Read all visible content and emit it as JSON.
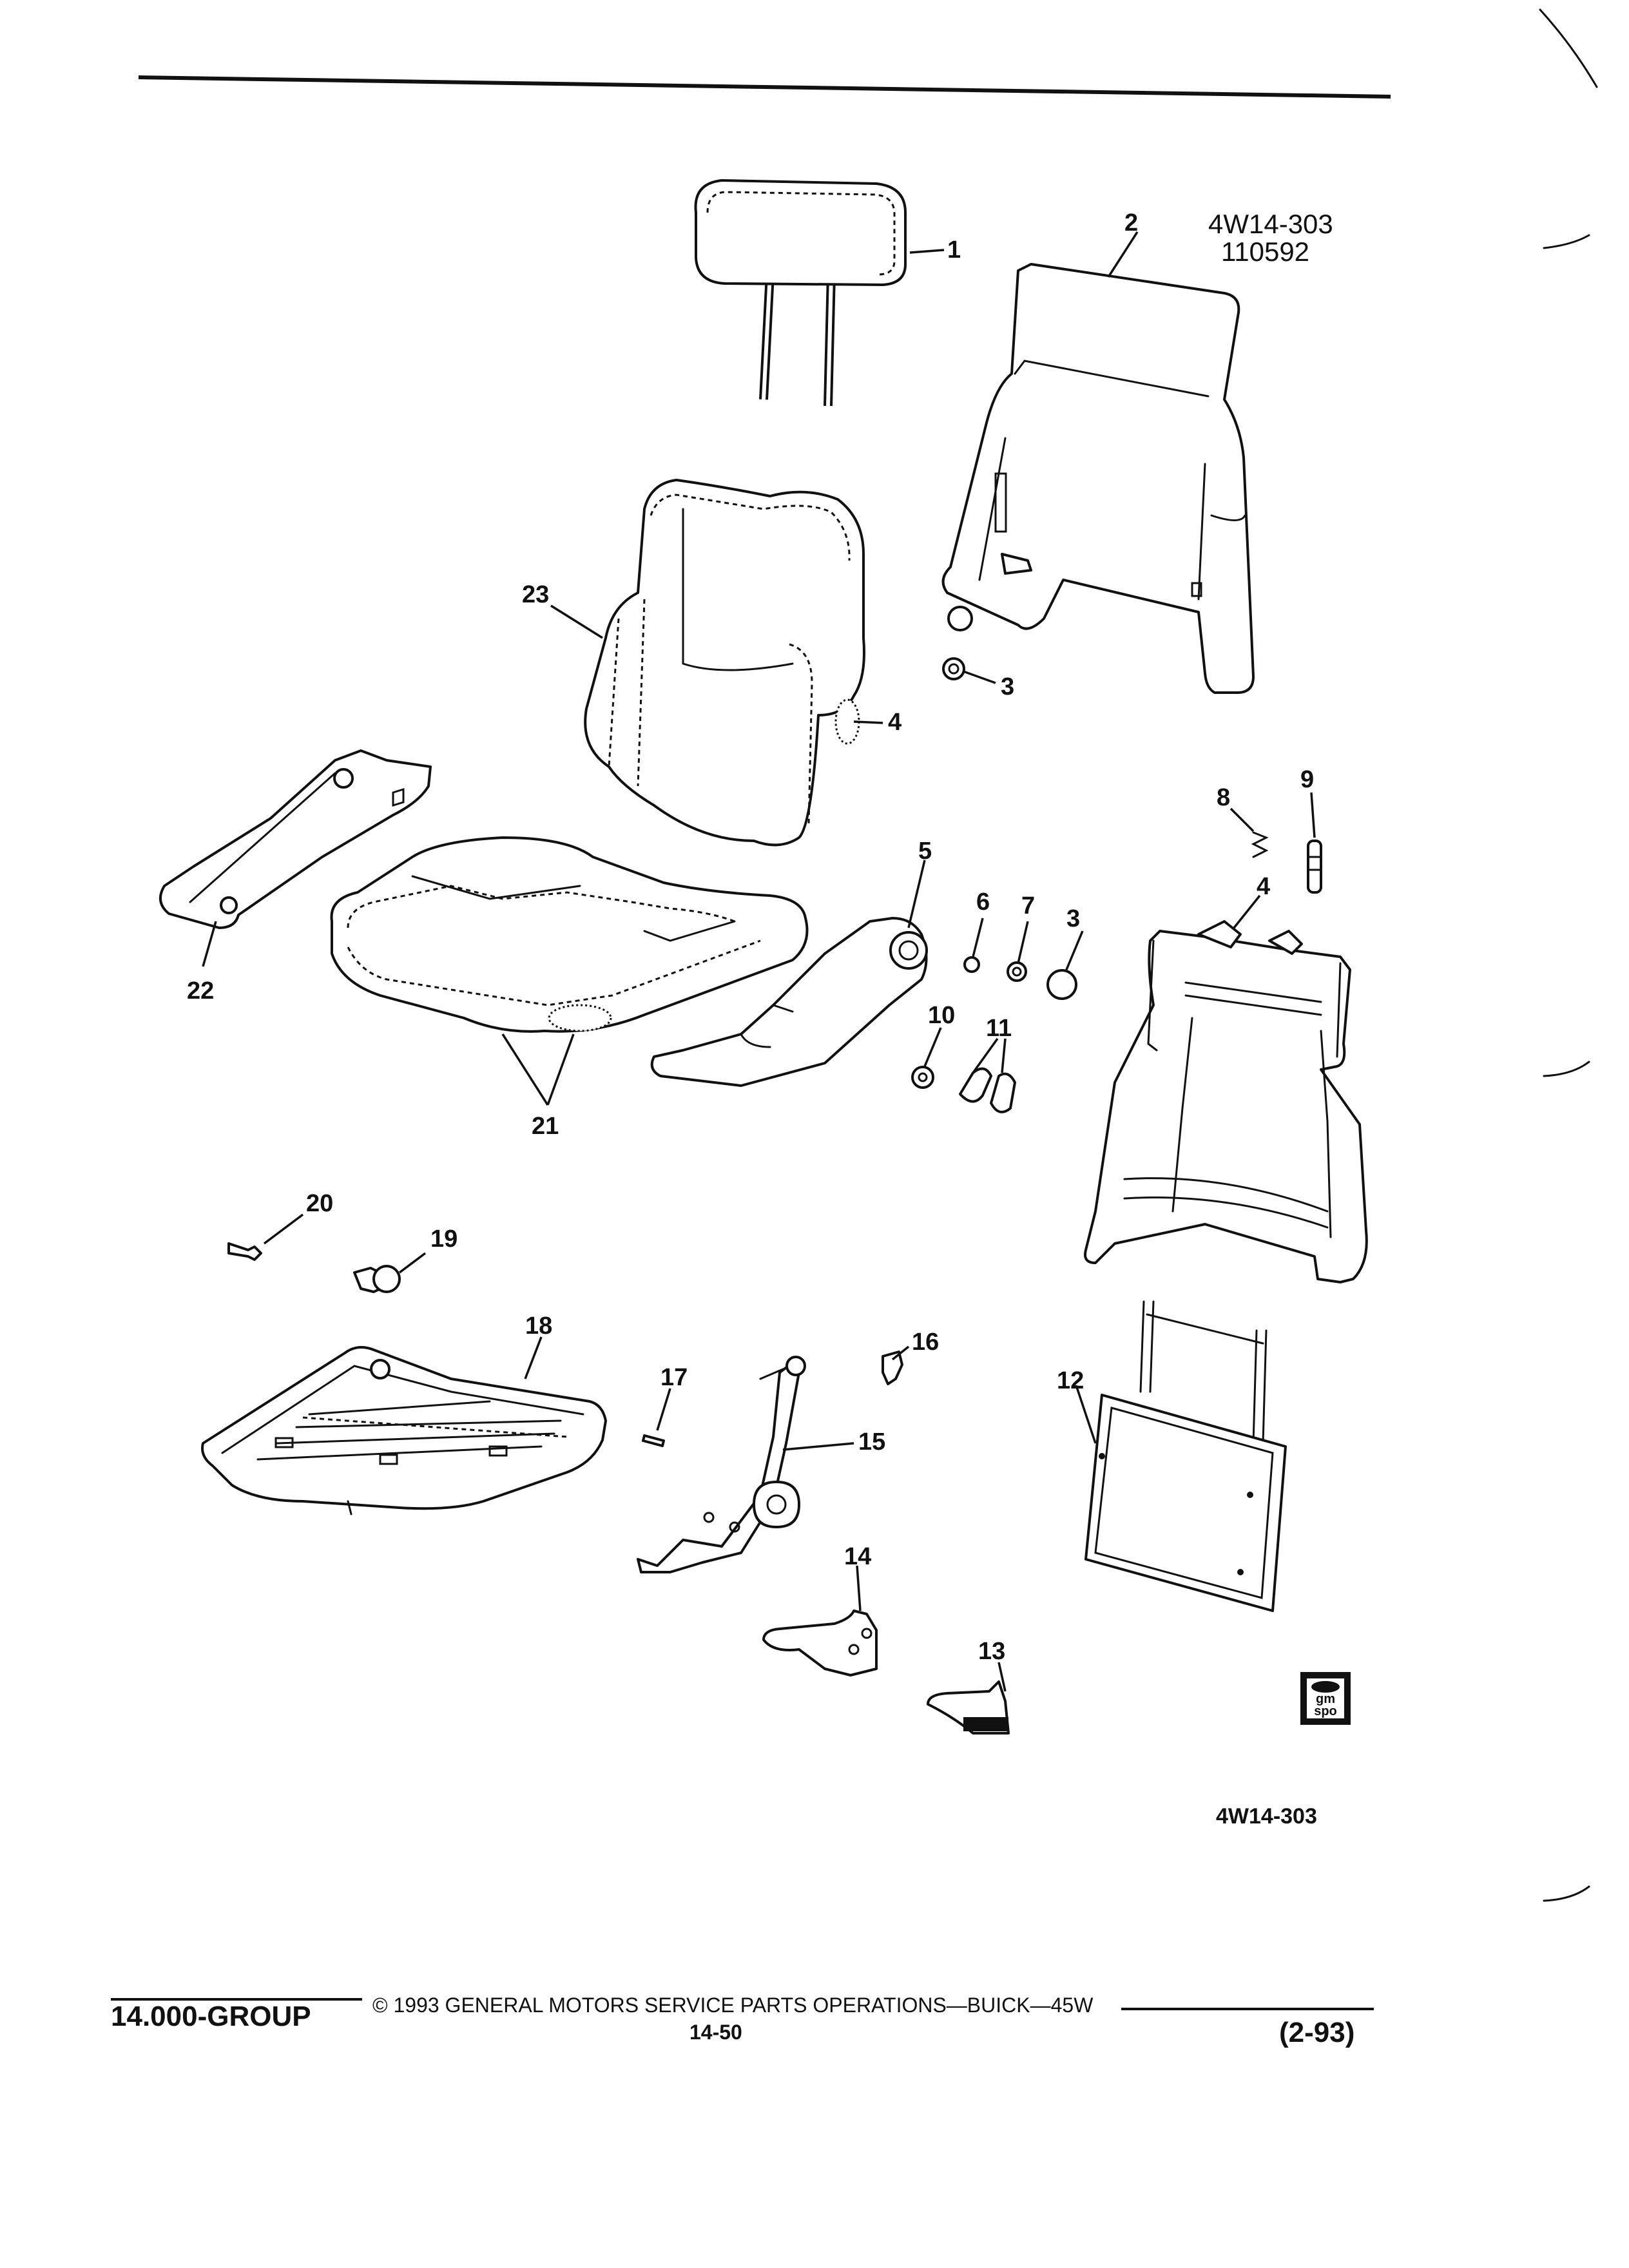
{
  "diagram": {
    "reference_code": "4W14-303",
    "reference_date": "110592",
    "reference_code_bottom": "4W14-303",
    "logo_text": "gm spo",
    "callouts": [
      "1",
      "2",
      "3",
      "3",
      "4",
      "4",
      "5",
      "6",
      "7",
      "8",
      "9",
      "10",
      "11",
      "12",
      "13",
      "14",
      "15",
      "16",
      "17",
      "18",
      "19",
      "20",
      "21",
      "22",
      "23"
    ]
  },
  "footer": {
    "group": "14.000-GROUP",
    "copyright": "© 1993 GENERAL MOTORS SERVICE PARTS OPERATIONS—BUICK—45W",
    "page_number": "14-50",
    "date": "(2-93)"
  }
}
